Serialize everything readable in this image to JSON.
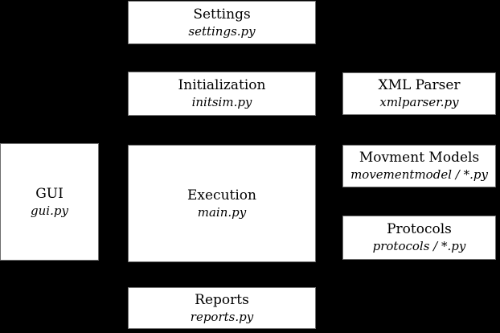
{
  "diagram": {
    "colors": {
      "background": "#000000",
      "box_fill": "#ffffff",
      "box_border": "#6e6e6e",
      "text": "#000000"
    },
    "boxes": {
      "settings": {
        "title": "Settings",
        "subtitle": "settings.py"
      },
      "init": {
        "title": "Initialization",
        "subtitle": "initsim.py"
      },
      "xml": {
        "title": "XML Parser",
        "subtitle": "xmlparser.py"
      },
      "gui": {
        "title": "GUI",
        "subtitle": "gui.py"
      },
      "exec": {
        "title": "Execution",
        "subtitle": "main.py"
      },
      "movement": {
        "title": "Movment Models",
        "subtitle": "movementmodel / *.py"
      },
      "protocols": {
        "title": "Protocols",
        "subtitle": "protocols / *.py"
      },
      "reports": {
        "title": "Reports",
        "subtitle": "reports.py"
      }
    }
  }
}
